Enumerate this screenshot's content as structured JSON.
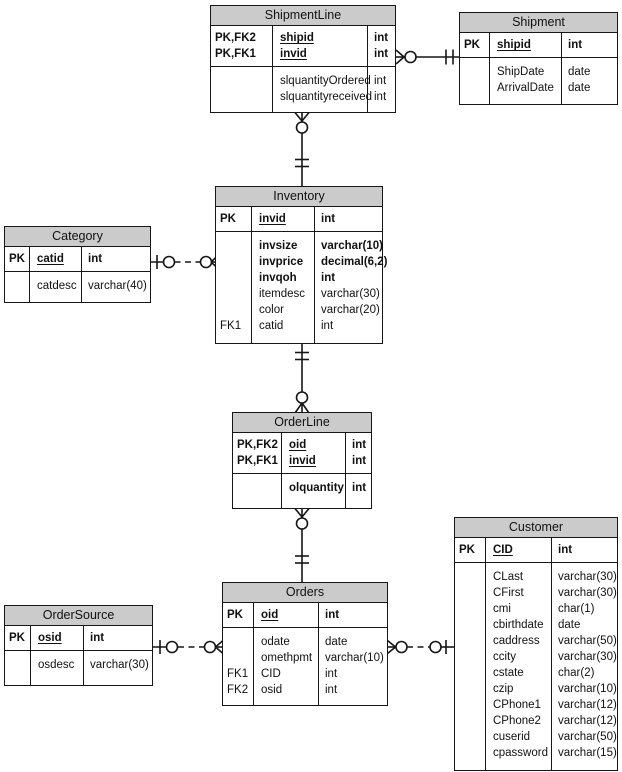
{
  "colors": {
    "header_bg": "#cbcbcb",
    "border": "#161616",
    "background": "#ffffff"
  },
  "tables": [
    {
      "id": "shipmentline",
      "title": "ShipmentLine",
      "sections": [
        {
          "rows": [
            {
              "key": "PK,FK2",
              "name": "shipid",
              "type": "int",
              "pk": true
            },
            {
              "key": "PK,FK1",
              "name": "invid",
              "type": "int",
              "pk": true
            }
          ]
        },
        {
          "rows": [
            {
              "key": "",
              "name": "slquantityOrdered",
              "type": "int"
            },
            {
              "key": "",
              "name": "slquantityreceived",
              "type": "int"
            }
          ]
        }
      ]
    },
    {
      "id": "shipment",
      "title": "Shipment",
      "sections": [
        {
          "rows": [
            {
              "key": "PK",
              "name": "shipid",
              "type": "int",
              "pk": true
            }
          ]
        },
        {
          "rows": [
            {
              "key": "",
              "name": "ShipDate",
              "type": "date"
            },
            {
              "key": "",
              "name": "ArrivalDate",
              "type": "date"
            }
          ]
        }
      ]
    },
    {
      "id": "inventory",
      "title": "Inventory",
      "sections": [
        {
          "rows": [
            {
              "key": "PK",
              "name": "invid",
              "type": "int",
              "pk": true
            }
          ]
        },
        {
          "rows": [
            {
              "key": "",
              "name": "invsize",
              "type": "varchar(10)",
              "emphasis": true
            },
            {
              "key": "",
              "name": "invprice",
              "type": "decimal(6,2)",
              "emphasis": true
            },
            {
              "key": "",
              "name": "invqoh",
              "type": "int",
              "emphasis": true
            },
            {
              "key": "",
              "name": "itemdesc",
              "type": "varchar(30)"
            },
            {
              "key": "",
              "name": "color",
              "type": "varchar(20)"
            },
            {
              "key": "FK1",
              "name": "catid",
              "type": "int"
            }
          ]
        }
      ]
    },
    {
      "id": "category",
      "title": "Category",
      "sections": [
        {
          "rows": [
            {
              "key": "PK",
              "name": "catid",
              "type": "int",
              "pk": true
            }
          ]
        },
        {
          "rows": [
            {
              "key": "",
              "name": "catdesc",
              "type": "varchar(40)"
            }
          ]
        }
      ]
    },
    {
      "id": "orderline",
      "title": "OrderLine",
      "sections": [
        {
          "rows": [
            {
              "key": "PK,FK2",
              "name": "oid",
              "type": "int",
              "pk": true
            },
            {
              "key": "PK,FK1",
              "name": "invid",
              "type": "int",
              "pk": true
            }
          ]
        },
        {
          "rows": [
            {
              "key": "",
              "name": "olquantity",
              "type": "int",
              "emphasis": true
            }
          ]
        }
      ]
    },
    {
      "id": "customer",
      "title": "Customer",
      "sections": [
        {
          "rows": [
            {
              "key": "PK",
              "name": "CID",
              "type": "int",
              "pk": true
            }
          ]
        },
        {
          "rows": [
            {
              "key": "",
              "name": "CLast",
              "type": "varchar(30)"
            },
            {
              "key": "",
              "name": "CFirst",
              "type": "varchar(30)"
            },
            {
              "key": "",
              "name": "cmi",
              "type": "char(1)"
            },
            {
              "key": "",
              "name": "cbirthdate",
              "type": "date"
            },
            {
              "key": "",
              "name": "caddress",
              "type": "varchar(50)"
            },
            {
              "key": "",
              "name": "ccity",
              "type": "varchar(30)"
            },
            {
              "key": "",
              "name": "cstate",
              "type": "char(2)"
            },
            {
              "key": "",
              "name": "czip",
              "type": "varchar(10)"
            },
            {
              "key": "",
              "name": "CPhone1",
              "type": "varchar(12)"
            },
            {
              "key": "",
              "name": "CPhone2",
              "type": "varchar(12)"
            },
            {
              "key": "",
              "name": "cuserid",
              "type": "varchar(50)"
            },
            {
              "key": "",
              "name": "cpassword",
              "type": "varchar(15)"
            }
          ]
        }
      ]
    },
    {
      "id": "orders",
      "title": "Orders",
      "sections": [
        {
          "rows": [
            {
              "key": "PK",
              "name": "oid",
              "type": "int",
              "pk": true
            }
          ]
        },
        {
          "rows": [
            {
              "key": "",
              "name": "odate",
              "type": "date"
            },
            {
              "key": "",
              "name": "omethpmt",
              "type": "varchar(10)"
            },
            {
              "key": "FK1",
              "name": "CID",
              "type": "int"
            },
            {
              "key": "FK2",
              "name": "osid",
              "type": "int"
            }
          ]
        }
      ]
    },
    {
      "id": "ordersource",
      "title": "OrderSource",
      "sections": [
        {
          "rows": [
            {
              "key": "PK",
              "name": "osid",
              "type": "int",
              "pk": true
            }
          ]
        },
        {
          "rows": [
            {
              "key": "",
              "name": "osdesc",
              "type": "varchar(30)"
            }
          ]
        }
      ]
    }
  ],
  "relationships": [
    {
      "entity_a": "Shipment",
      "card_a": "one and only one",
      "entity_b": "ShipmentLine",
      "card_b": "zero or many",
      "line": "solid"
    },
    {
      "entity_a": "Inventory",
      "card_a": "one and only one",
      "entity_b": "ShipmentLine",
      "card_b": "zero or many",
      "line": "solid"
    },
    {
      "entity_a": "Category",
      "card_a": "zero or one",
      "entity_b": "Inventory",
      "card_b": "zero or many",
      "line": "dashed"
    },
    {
      "entity_a": "Inventory",
      "card_a": "one and only one",
      "entity_b": "OrderLine",
      "card_b": "zero or many",
      "line": "solid"
    },
    {
      "entity_a": "Orders",
      "card_a": "one and only one",
      "entity_b": "OrderLine",
      "card_b": "zero or many",
      "line": "solid"
    },
    {
      "entity_a": "OrderSource",
      "card_a": "zero or one",
      "entity_b": "Orders",
      "card_b": "zero or many",
      "line": "dashed"
    },
    {
      "entity_a": "Customer",
      "card_a": "zero or one",
      "entity_b": "Orders",
      "card_b": "zero or many",
      "line": "dashed"
    }
  ]
}
